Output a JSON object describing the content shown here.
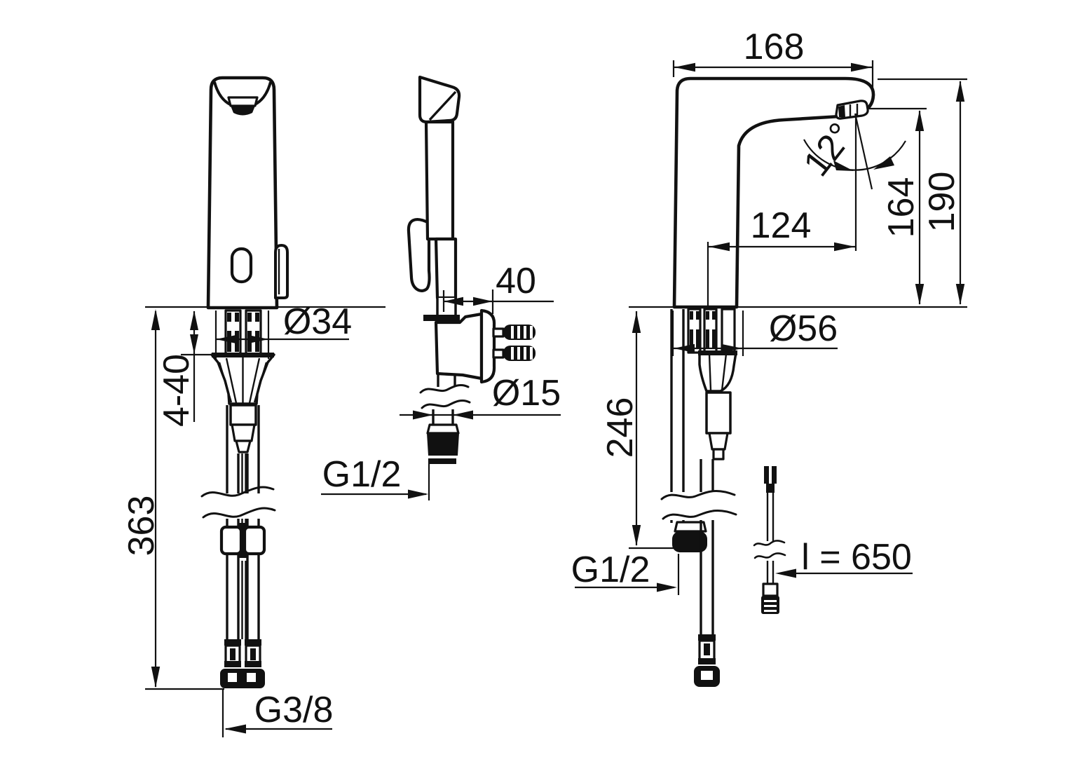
{
  "views": {
    "front": {
      "dims": {
        "total_height": "363",
        "deck_thickness_range": "4-40",
        "mount_hole_dia": "Ø34",
        "inlet_thread": "G3/8"
      }
    },
    "handspray": {
      "dims": {
        "wall_offset": "40",
        "hose_dia": "Ø15",
        "hose_thread": "G1/2"
      }
    },
    "side": {
      "dims": {
        "spout_reach_total": "168",
        "spout_angle": "12°",
        "spout_outlet_height": "164",
        "total_height": "190",
        "spout_reach": "124",
        "base_dia": "Ø56",
        "under_deck_height": "246",
        "hose_thread": "G1/2",
        "cable_length": "l = 650"
      }
    }
  },
  "colors": {
    "line": "#111111",
    "background": "#ffffff"
  }
}
